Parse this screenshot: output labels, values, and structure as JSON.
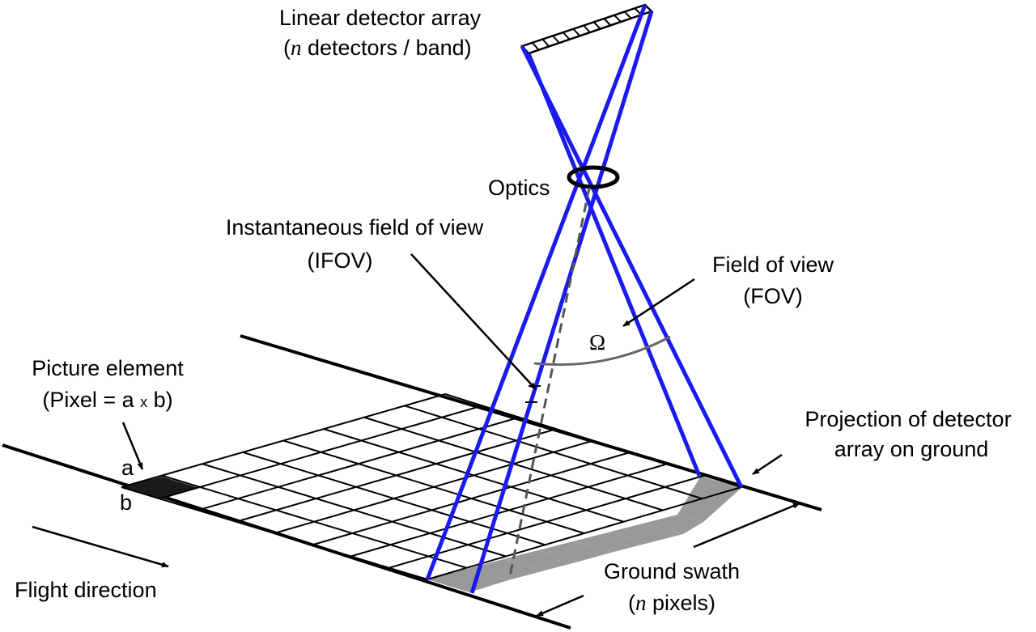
{
  "labels": {
    "detector_title": "Linear detector array",
    "detector_sub_pre": "(",
    "detector_sub_n": "n",
    "detector_sub_post": " detectors / band)",
    "optics": "Optics",
    "ifov_line1": "Instantaneous field of view",
    "ifov_line2": "(IFOV)",
    "fov_line1": "Field of view",
    "fov_line2": "(FOV)",
    "omega": "Ω",
    "pixel_line1": "Picture element",
    "pixel_line2_pre": "(Pixel = a ",
    "pixel_line2_x": "x",
    "pixel_line2_post": " b)",
    "a": "a",
    "b": "b",
    "projection_line1": "Projection of detector",
    "projection_line2": "array on ground",
    "swath_line1": "Ground swath",
    "swath_line2_pre": "(",
    "swath_line2_n": "n",
    "swath_line2_post": " pixels)",
    "flight": "Flight direction"
  },
  "colors": {
    "ray": "#1a1aee",
    "pixel_fill": "#1a1a1a",
    "row_fill": "#999999",
    "arc": "#666666",
    "ink": "#000000"
  }
}
